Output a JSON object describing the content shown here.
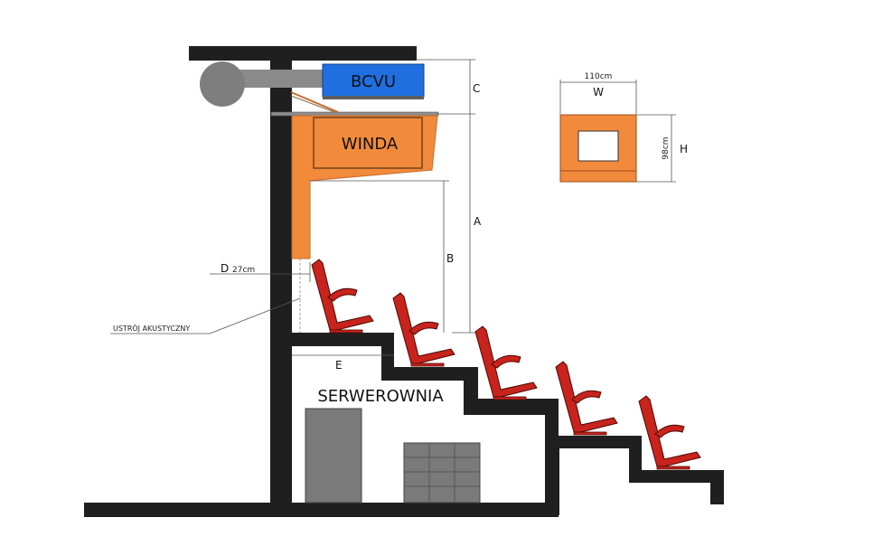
{
  "labels": {
    "bcvu": "BCVU",
    "winda": "WINDA",
    "serwerownia": "SERWEROWNIA",
    "dim_a": "A",
    "dim_b": "B",
    "dim_c": "C",
    "dim_d": "D",
    "dim_d_value": "27cm",
    "dim_e": "E",
    "dim_w": "W",
    "dim_w_value": "110cm",
    "dim_h": "H",
    "dim_h_value": "98cm",
    "ustroj": "USTRÓJ AKUSTYCZNY"
  },
  "colors": {
    "structure": "#1f1f1f",
    "bcvu": "#1f6fe0",
    "winda": "#f28a3c",
    "seat": "#c8231c",
    "equipment": "#7a7a7a",
    "duct": "#8a8a8a"
  },
  "seats": {
    "count": 5
  }
}
